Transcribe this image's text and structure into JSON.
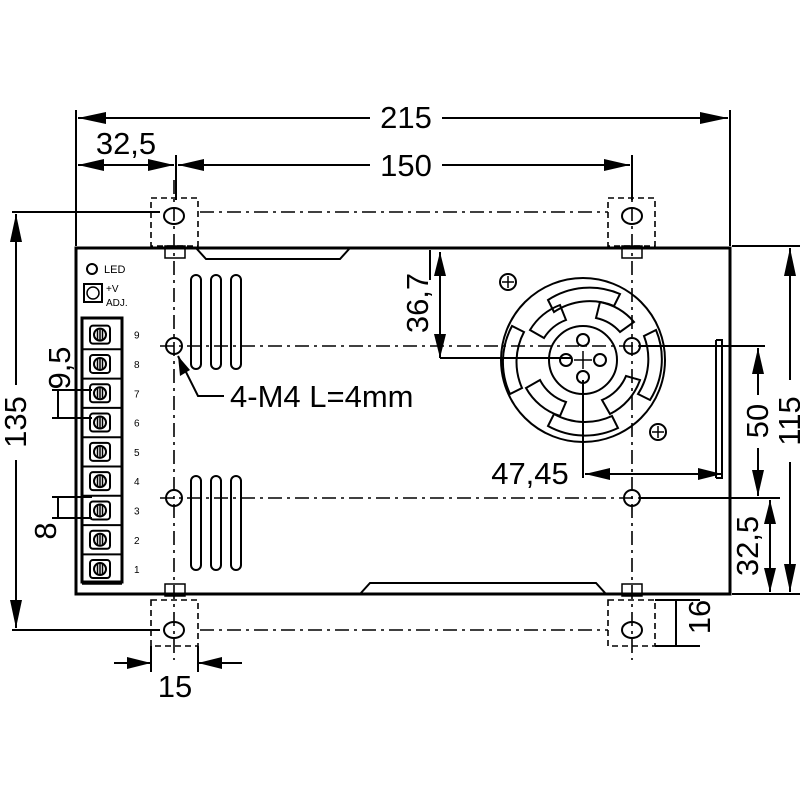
{
  "dimensions": {
    "overall_length": "215",
    "left_offset": "32,5",
    "hole_span": "150",
    "overall_height": "135",
    "frame_height": "115",
    "terminal_pitch": "9,5",
    "terminal_width": "8",
    "fan_vertical": "36,7",
    "fan_horizontal": "47,45",
    "hole_vertical_span": "50",
    "bottom_hole_offset": "32,5",
    "tab_width": "15",
    "tab_height": "16"
  },
  "annotation": {
    "mount_holes": "4-M4 L=4mm"
  },
  "panel": {
    "led_label": "LED",
    "adj_label_1": "+V",
    "adj_label_2": "ADJ.",
    "terminal_numbers": [
      "9",
      "8",
      "7",
      "6",
      "5",
      "4",
      "3",
      "2",
      "1"
    ]
  }
}
